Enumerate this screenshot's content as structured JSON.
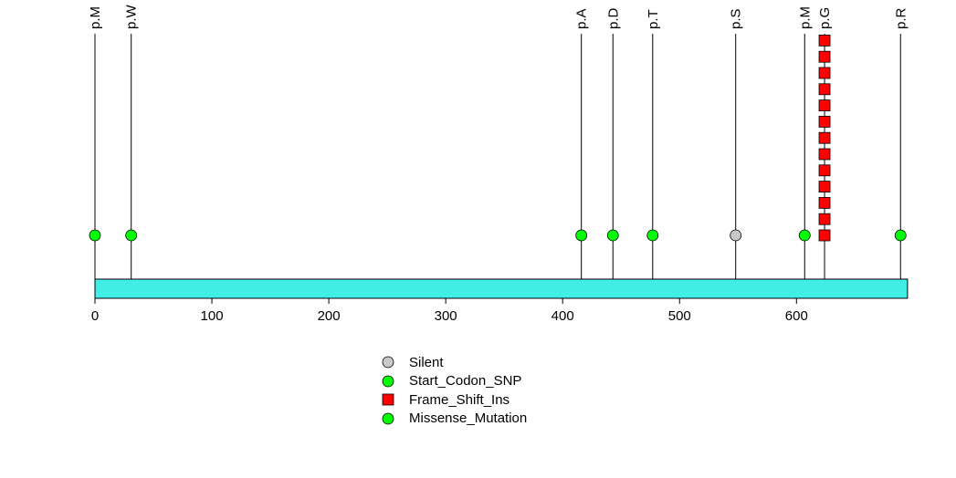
{
  "chart_data": {
    "type": "lollipop",
    "title": "",
    "xlabel": "",
    "ylabel": "",
    "xlim": [
      0,
      695
    ],
    "x_ticks": [
      0,
      100,
      200,
      300,
      400,
      500,
      600
    ],
    "protein_length": 695,
    "colors": {
      "protein_bar": "#40EEE6",
      "Silent": "#C8C8C8",
      "Start_Codon_SNP": "#00FF00",
      "Frame_Shift_Ins": "#FF0000",
      "Missense_Mutation": "#00FF00"
    },
    "mutations": [
      {
        "position": 0,
        "label": "p.M",
        "class": "Start_Codon_SNP",
        "count": 1,
        "shape": "circle"
      },
      {
        "position": 31,
        "label": "p.W",
        "class": "Missense_Mutation",
        "count": 1,
        "shape": "circle"
      },
      {
        "position": 416,
        "label": "p.A",
        "class": "Missense_Mutation",
        "count": 1,
        "shape": "circle"
      },
      {
        "position": 443,
        "label": "p.D",
        "class": "Missense_Mutation",
        "count": 1,
        "shape": "circle"
      },
      {
        "position": 477,
        "label": "p.T",
        "class": "Missense_Mutation",
        "count": 1,
        "shape": "circle"
      },
      {
        "position": 548,
        "label": "p.S",
        "class": "Silent",
        "count": 1,
        "shape": "circle"
      },
      {
        "position": 607,
        "label": "p.M",
        "class": "Missense_Mutation",
        "count": 1,
        "shape": "circle"
      },
      {
        "position": 624,
        "label": "p.G",
        "class": "Frame_Shift_Ins",
        "count": 13,
        "shape": "square"
      },
      {
        "position": 689,
        "label": "p.R",
        "class": "Missense_Mutation",
        "count": 1,
        "shape": "circle"
      }
    ],
    "legend": {
      "placement": "bottom-center",
      "items": [
        {
          "label": "Silent",
          "color": "#C8C8C8",
          "shape": "circle"
        },
        {
          "label": "Start_Codon_SNP",
          "color": "#00FF00",
          "shape": "circle"
        },
        {
          "label": "Frame_Shift_Ins",
          "color": "#FF0000",
          "shape": "square"
        },
        {
          "label": "Missense_Mutation",
          "color": "#00FF00",
          "shape": "circle"
        }
      ]
    }
  }
}
